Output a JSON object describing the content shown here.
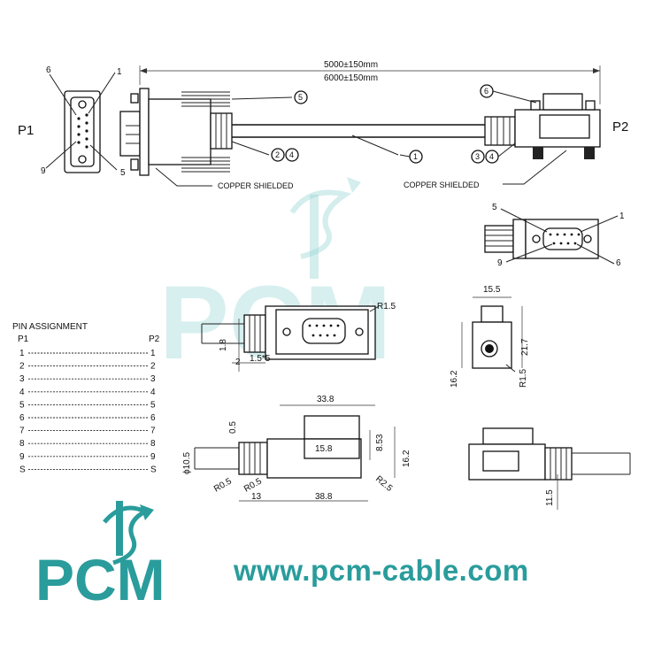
{
  "connectors": {
    "p1": "P1",
    "p2": "P2"
  },
  "length": {
    "line1": "5000±150mm",
    "line2": "6000±150mm"
  },
  "shield": {
    "left": "COPPER SHIELDED",
    "right": "COPPER SHIELDED"
  },
  "callouts": {
    "c1": "1",
    "c2": "2",
    "c3": "3",
    "c4": "4",
    "c5": "5",
    "c6": "6"
  },
  "pin_face": {
    "p1_left_top": "6",
    "p1_right_top": "1",
    "p1_left_bottom": "9",
    "p1_right_bottom": "5",
    "p2_left_top": "5",
    "p2_right_top": "1",
    "p2_left_bottom": "9",
    "p2_right_bottom": "6"
  },
  "pin_assignment": {
    "title": "PIN ASSIGNMENT",
    "left_header": "P1",
    "right_header": "P2",
    "rows": [
      {
        "l": "1",
        "r": "1"
      },
      {
        "l": "2",
        "r": "2"
      },
      {
        "l": "3",
        "r": "3"
      },
      {
        "l": "4",
        "r": "4"
      },
      {
        "l": "5",
        "r": "5"
      },
      {
        "l": "6",
        "r": "6"
      },
      {
        "l": "7",
        "r": "7"
      },
      {
        "l": "8",
        "r": "8"
      },
      {
        "l": "9",
        "r": "9"
      },
      {
        "l": "S",
        "r": "S"
      }
    ]
  },
  "dimensions": {
    "r15": "R1.5",
    "d18": "1.8",
    "d2": "2",
    "pitch": "1.5*5",
    "w155": "15.5",
    "h217": "21.7",
    "h162a": "16.2",
    "r15b": "R1.5",
    "w338": "33.8",
    "d05": "0.5",
    "phi105": "ϕ10.5",
    "w158": "15.8",
    "h853": "8.53",
    "h162b": "16.2",
    "r05a": "R0.5",
    "r05b": "R0.5",
    "r25": "R2.5",
    "w13": "13",
    "w388": "38.8",
    "h115": "11.5"
  },
  "brand": {
    "watermark": "PCM",
    "logo": "PCM",
    "website": "www.pcm-cable.com",
    "color": "#2a9c9c"
  }
}
